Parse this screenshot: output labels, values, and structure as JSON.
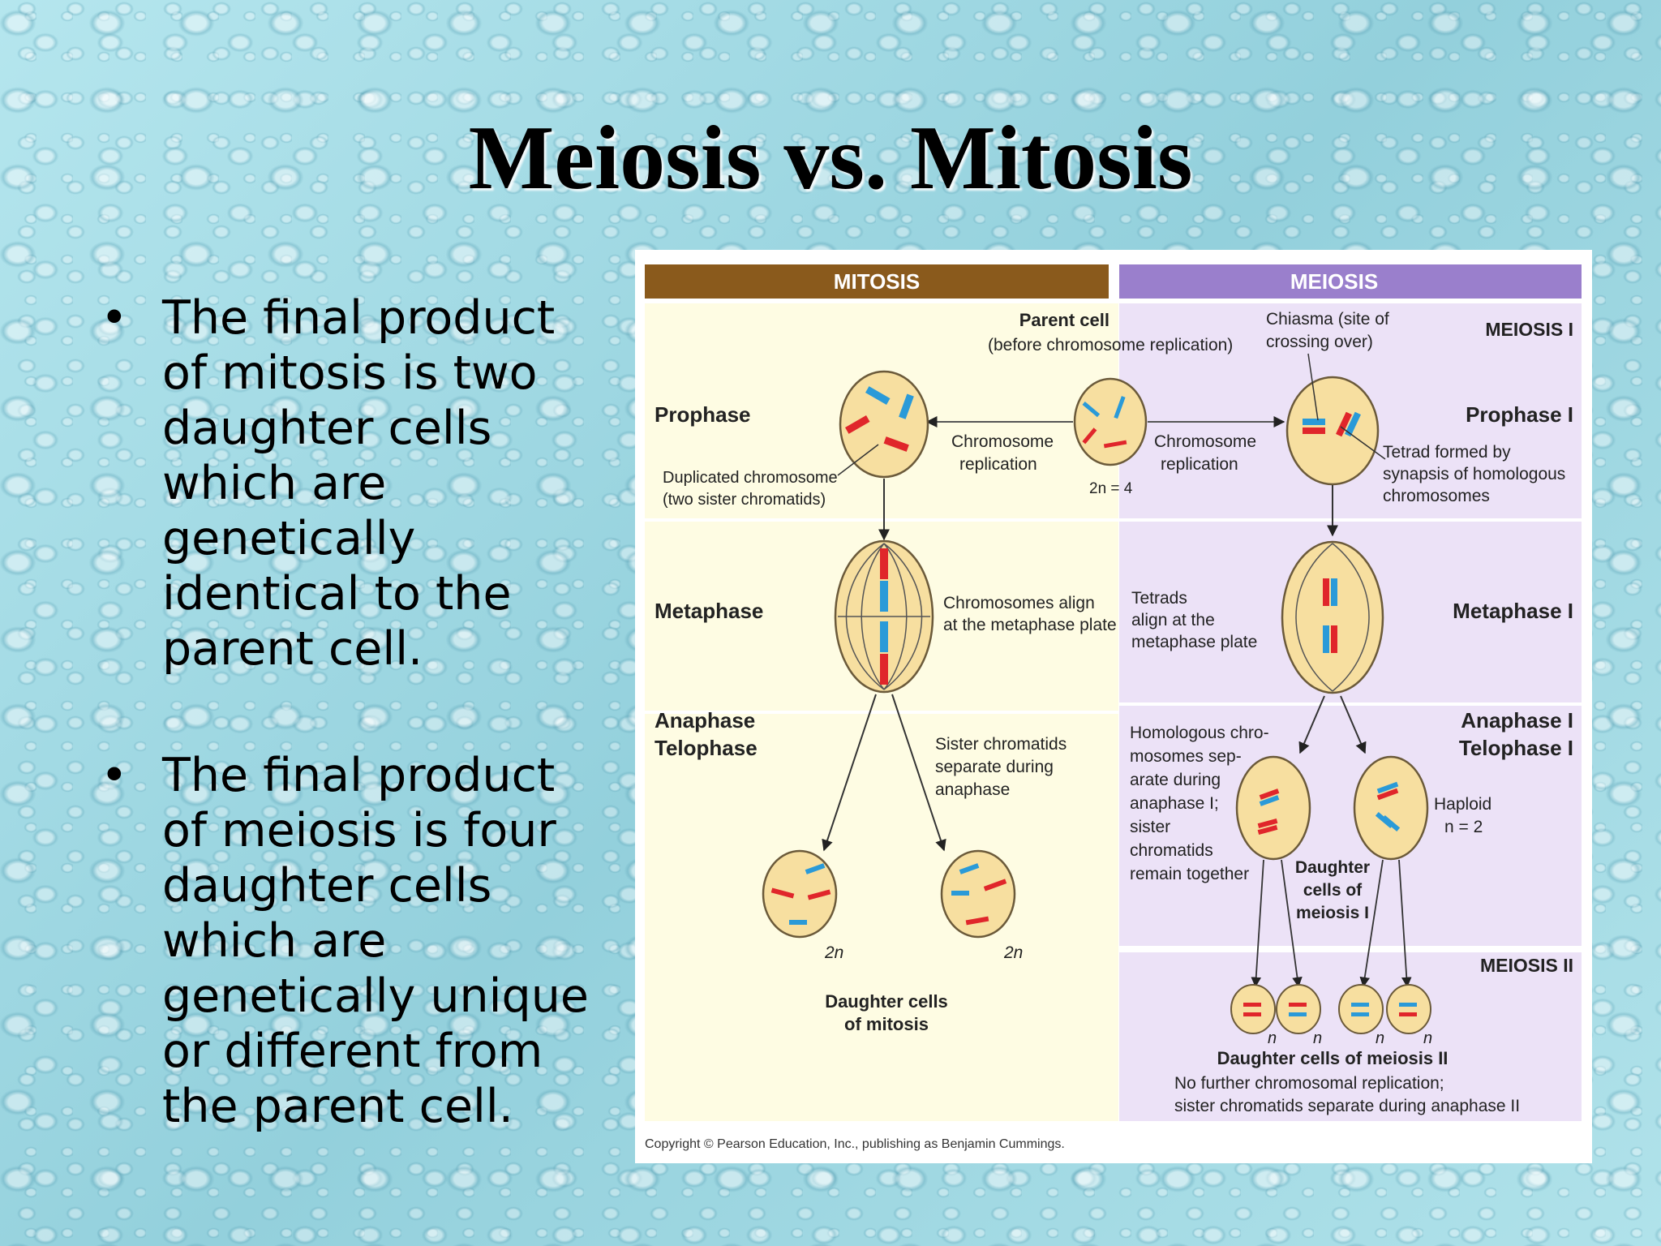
{
  "slide": {
    "title": "Meiosis vs. Mitosis",
    "bullets": [
      {
        "marker": "•",
        "lines": [
          "The final product",
          "of mitosis is two",
          "daughter cells",
          "which are",
          "genetically",
          "identical to the",
          "parent cell."
        ]
      },
      {
        "marker": "•",
        "lines": [
          "The final product",
          "of meiosis is four",
          "daughter cells",
          "which are",
          "genetically unique",
          "or different from",
          "the parent cell."
        ]
      }
    ]
  },
  "figure": {
    "mitosis_header": "MITOSIS",
    "meiosis_header": "MEIOSIS",
    "parent_cell": "Parent cell",
    "parent_cell_note": "(before chromosome replication)",
    "chiasma": [
      "Chiasma (site of",
      "crossing over)"
    ],
    "meiosis_i_label": "MEIOSIS I",
    "meiosis_ii_label": "MEIOSIS II",
    "prophase": "Prophase",
    "prophase_i": "Prophase I",
    "metaphase": "Metaphase",
    "metaphase_i": "Metaphase I",
    "anaphase": "Anaphase",
    "telophase": "Telophase",
    "anaphase_i": "Anaphase I",
    "telophase_i": "Telophase I",
    "chromosome_replication": [
      "Chromosome",
      "replication"
    ],
    "duplicated_chromosome": [
      "Duplicated chromosome",
      "(two sister chromatids)"
    ],
    "two_n_equals_4": "2n = 4",
    "tetrad_formed": [
      "Tetrad formed by",
      "synapsis of homologous",
      "chromosomes"
    ],
    "chromosomes_align": [
      "Chromosomes align",
      "at the metaphase plate"
    ],
    "tetrads_align": [
      "Tetrads",
      "align at the",
      "metaphase plate"
    ],
    "sister_chromatids_separate": [
      "Sister chromatids",
      "separate during",
      "anaphase"
    ],
    "homologous_separate": [
      "Homologous chro-",
      "mosomes sep-",
      "arate during",
      "anaphase I;",
      "sister",
      "chromatids",
      "remain together"
    ],
    "haploid": [
      "Haploid",
      "n = 2"
    ],
    "daughter_cells_meiosis_i": [
      "Daughter",
      "cells of",
      "meiosis I"
    ],
    "two_n": "2n",
    "n": "n",
    "daughter_cells_mitosis": [
      "Daughter cells",
      "of mitosis"
    ],
    "daughter_cells_meiosis_ii": "Daughter cells of meiosis II",
    "no_further": [
      "No further chromosomal replication;",
      "sister chromatids separate during anaphase II"
    ],
    "copyright": "Copyright © Pearson Education, Inc., publishing as Benjamin Cummings.",
    "colors": {
      "mitosis_header": "#8a5a1c",
      "meiosis_header": "#9a7fcc",
      "mitosis_panel": "#fefce3",
      "meiosis_panel": "#ece2f7",
      "cell_fill": "#f7dfa0",
      "chrom_red": "#e0262b",
      "chrom_blue": "#2a9ad8"
    }
  }
}
